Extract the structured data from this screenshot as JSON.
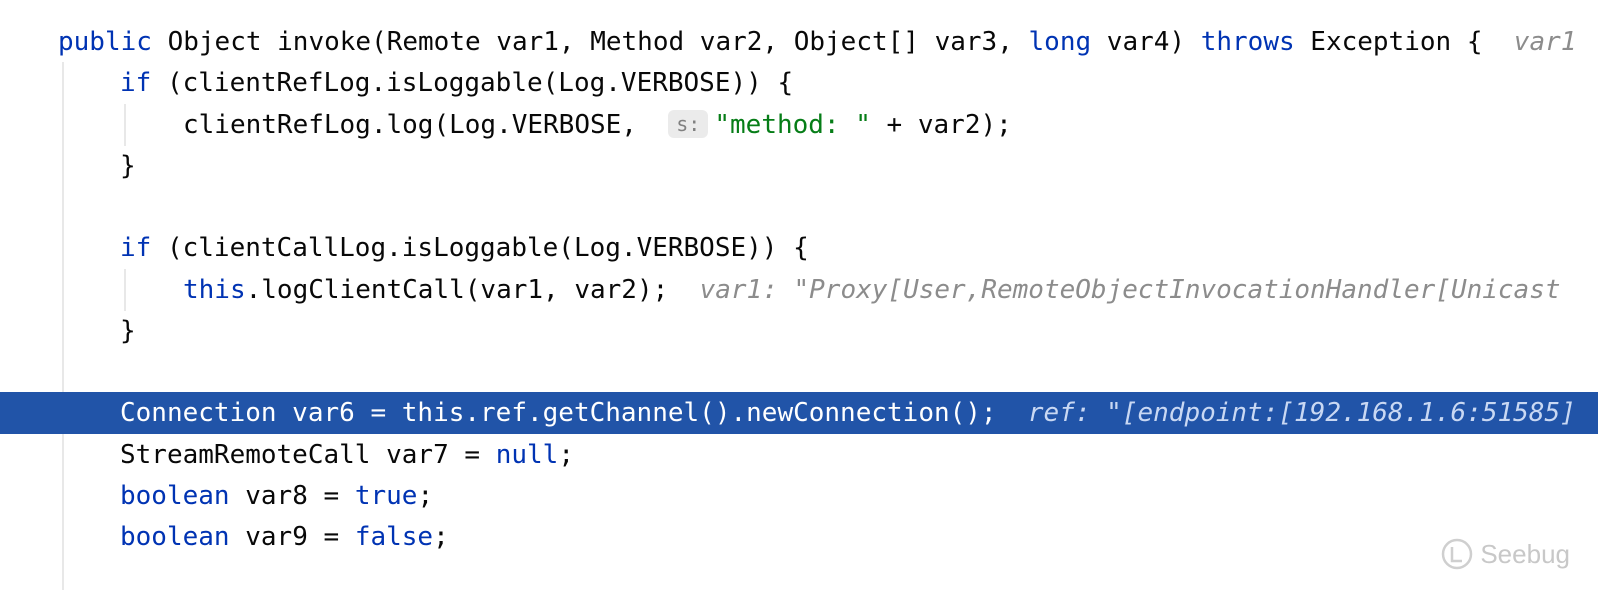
{
  "editor": {
    "lines": [
      {
        "tokens": [
          {
            "t": "public",
            "c": "kw"
          },
          {
            "t": " Object invoke(Remote var1, Method var2, Object[] var3, "
          },
          {
            "t": "long",
            "c": "kw"
          },
          {
            "t": " var4) "
          },
          {
            "t": "throws",
            "c": "kw"
          },
          {
            "t": " Exception {  "
          },
          {
            "t": "var1",
            "c": "hint"
          }
        ]
      },
      {
        "tokens": [
          {
            "t": "if",
            "c": "kw"
          },
          {
            "t": " (clientRefLog.isLoggable(Log.VERBOSE)) {"
          }
        ]
      },
      {
        "tokens": [
          {
            "t": "clientRefLog.log(Log.VERBOSE,  "
          },
          {
            "t": "s:",
            "c": "param-hint"
          },
          {
            "t": "\"method: \"",
            "c": "str"
          },
          {
            "t": " + var2);"
          }
        ]
      },
      {
        "tokens": [
          {
            "t": "}"
          }
        ]
      },
      {
        "tokens": []
      },
      {
        "tokens": [
          {
            "t": "if",
            "c": "kw"
          },
          {
            "t": " (clientCallLog.isLoggable(Log.VERBOSE)) {"
          }
        ]
      },
      {
        "tokens": [
          {
            "t": "this",
            "c": "kw"
          },
          {
            "t": ".logClientCall(var1, var2);  "
          },
          {
            "t": "var1: \"Proxy[User,RemoteObjectInvocationHandler[Unicast",
            "c": "hint"
          }
        ]
      },
      {
        "tokens": [
          {
            "t": "}"
          }
        ]
      },
      {
        "tokens": []
      },
      {
        "tokens": [
          {
            "t": "Connection var6 = this.ref.getChannel().newConnection();  "
          },
          {
            "t": "ref: \"[endpoint:[192.168.1.6:51585]",
            "c": "hint"
          }
        ]
      },
      {
        "tokens": [
          {
            "t": "StreamRemoteCall var7 = "
          },
          {
            "t": "null",
            "c": "kw"
          },
          {
            "t": ";"
          }
        ]
      },
      {
        "tokens": [
          {
            "t": "boolean",
            "c": "kw"
          },
          {
            "t": " var8 = "
          },
          {
            "t": "true",
            "c": "kw"
          },
          {
            "t": ";"
          }
        ]
      },
      {
        "tokens": [
          {
            "t": "boolean",
            "c": "kw"
          },
          {
            "t": " var9 = "
          },
          {
            "t": "false",
            "c": "kw"
          },
          {
            "t": ";"
          }
        ]
      }
    ],
    "highlighted_line": 9
  },
  "watermark": {
    "text": "Seebug",
    "icon": "seebug-logo-icon"
  }
}
